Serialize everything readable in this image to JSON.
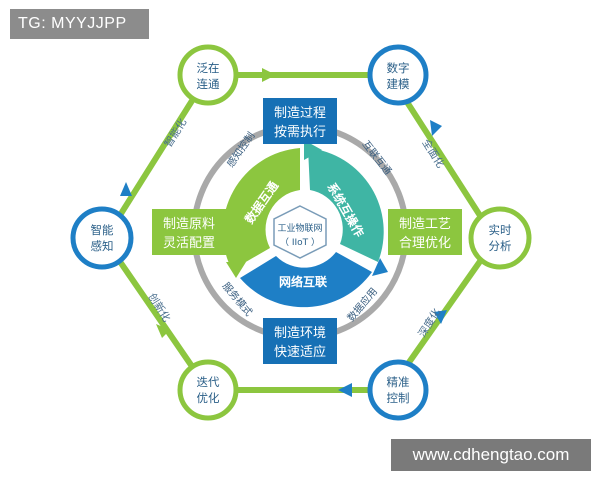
{
  "overlay": {
    "tag": "TG: MYYJJPP",
    "watermark": "www.cdhengtao.com"
  },
  "outer_nodes": {
    "top_left": [
      "泛在",
      "连通"
    ],
    "top_right": [
      "数字",
      "建模"
    ],
    "right": [
      "实时",
      "分析"
    ],
    "bottom_right": [
      "精准",
      "控制"
    ],
    "bottom_left": [
      "迭代",
      "优化"
    ],
    "left": [
      "智能",
      "感知"
    ]
  },
  "edge_labels": {
    "upper_left": "智能化",
    "upper_right": "全面化",
    "lower_right": "深度化",
    "lower_left": "创新化"
  },
  "boxes": {
    "top": [
      "制造过程",
      "按需执行"
    ],
    "right": [
      "制造工艺",
      "合理优化"
    ],
    "bottom": [
      "制造环境",
      "快速适应"
    ],
    "left": [
      "制造原料",
      "灵活配置"
    ]
  },
  "ring_labels": {
    "top_left": "感知控制",
    "top_right": "互联互通",
    "bottom_right": "数据应用",
    "bottom_left": "服务模式"
  },
  "core": {
    "seg_data": "数据互通",
    "seg_system": "系统互操作",
    "seg_network": "网络互联",
    "hub_line1": "工业物联网",
    "hub_line2": "（ IIoT ）"
  },
  "colors": {
    "green": "#8cc63f",
    "teal": "#3fb5a4",
    "blue": "#1e7fc6",
    "dark_blue": "#1670b5",
    "gray_ring": "#a9a9a9"
  }
}
